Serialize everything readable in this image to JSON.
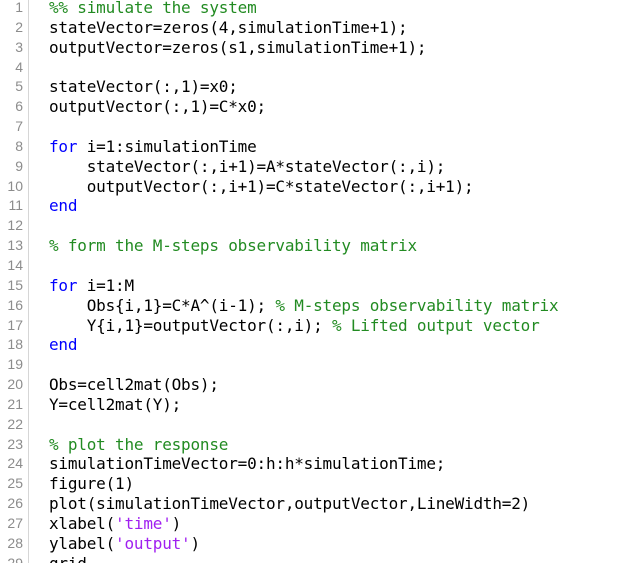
{
  "editor": {
    "colors": {
      "comment": "#228b22",
      "keyword": "#0000ff",
      "string": "#a020f0",
      "plain": "#000000",
      "line_number": "#8c8c8c"
    },
    "lines": [
      {
        "n": "1",
        "tokens": [
          {
            "t": "comment",
            "v": "%% simulate the system"
          }
        ]
      },
      {
        "n": "2",
        "tokens": [
          {
            "t": "plain",
            "v": "stateVector=zeros(4,simulationTime+1);"
          }
        ]
      },
      {
        "n": "3",
        "tokens": [
          {
            "t": "plain",
            "v": "outputVector=zeros(s1,simulationTime+1);"
          }
        ]
      },
      {
        "n": "4",
        "tokens": []
      },
      {
        "n": "5",
        "tokens": [
          {
            "t": "plain",
            "v": "stateVector(:,1)=x0;"
          }
        ]
      },
      {
        "n": "6",
        "tokens": [
          {
            "t": "plain",
            "v": "outputVector(:,1)=C*x0;"
          }
        ]
      },
      {
        "n": "7",
        "tokens": []
      },
      {
        "n": "8",
        "tokens": [
          {
            "t": "keyword",
            "v": "for"
          },
          {
            "t": "plain",
            "v": " i=1:simulationTime"
          }
        ]
      },
      {
        "n": "9",
        "tokens": [
          {
            "t": "plain",
            "v": "    stateVector(:,i+1)=A*stateVector(:,i);"
          }
        ]
      },
      {
        "n": "10",
        "tokens": [
          {
            "t": "plain",
            "v": "    outputVector(:,i+1)=C*stateVector(:,i+1);"
          }
        ]
      },
      {
        "n": "11",
        "tokens": [
          {
            "t": "keyword",
            "v": "end"
          }
        ]
      },
      {
        "n": "12",
        "tokens": []
      },
      {
        "n": "13",
        "tokens": [
          {
            "t": "comment",
            "v": "% form the M-steps observability matrix"
          }
        ]
      },
      {
        "n": "14",
        "tokens": []
      },
      {
        "n": "15",
        "tokens": [
          {
            "t": "keyword",
            "v": "for"
          },
          {
            "t": "plain",
            "v": " i=1:M"
          }
        ]
      },
      {
        "n": "16",
        "tokens": [
          {
            "t": "plain",
            "v": "    Obs{i,1}=C*A^(i-1); "
          },
          {
            "t": "comment",
            "v": "% M-steps observability matrix"
          }
        ]
      },
      {
        "n": "17",
        "tokens": [
          {
            "t": "plain",
            "v": "    Y{i,1}=outputVector(:,i); "
          },
          {
            "t": "comment",
            "v": "% Lifted output vector"
          }
        ]
      },
      {
        "n": "18",
        "tokens": [
          {
            "t": "keyword",
            "v": "end"
          }
        ]
      },
      {
        "n": "19",
        "tokens": []
      },
      {
        "n": "20",
        "tokens": [
          {
            "t": "plain",
            "v": "Obs=cell2mat(Obs);"
          }
        ]
      },
      {
        "n": "21",
        "tokens": [
          {
            "t": "plain",
            "v": "Y=cell2mat(Y);"
          }
        ]
      },
      {
        "n": "22",
        "tokens": []
      },
      {
        "n": "23",
        "tokens": [
          {
            "t": "comment",
            "v": "% plot the response"
          }
        ]
      },
      {
        "n": "24",
        "tokens": [
          {
            "t": "plain",
            "v": "simulationTimeVector=0:h:h*simulationTime;"
          }
        ]
      },
      {
        "n": "25",
        "tokens": [
          {
            "t": "plain",
            "v": "figure(1)"
          }
        ]
      },
      {
        "n": "26",
        "tokens": [
          {
            "t": "plain",
            "v": "plot(simulationTimeVector,outputVector,LineWidth=2)"
          }
        ]
      },
      {
        "n": "27",
        "tokens": [
          {
            "t": "plain",
            "v": "xlabel("
          },
          {
            "t": "string",
            "v": "'time'"
          },
          {
            "t": "plain",
            "v": ")"
          }
        ]
      },
      {
        "n": "28",
        "tokens": [
          {
            "t": "plain",
            "v": "ylabel("
          },
          {
            "t": "string",
            "v": "'output'"
          },
          {
            "t": "plain",
            "v": ")"
          }
        ]
      },
      {
        "n": "29",
        "tokens": [
          {
            "t": "plain",
            "v": "grid"
          }
        ]
      }
    ]
  }
}
